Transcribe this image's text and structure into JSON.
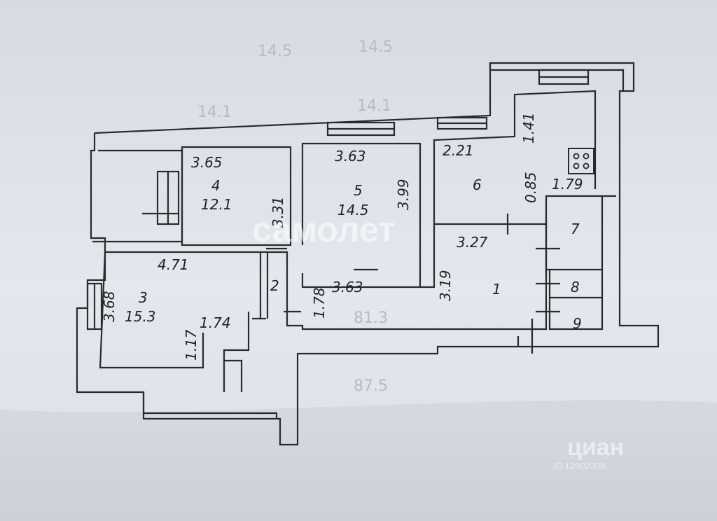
{
  "background_figures": [
    "14.5",
    "14.5",
    "14.1",
    "14.1",
    "81.3",
    "87.5"
  ],
  "rooms": [
    {
      "number": "4",
      "area": "12.1",
      "width": "3.65",
      "height": "3.31"
    },
    {
      "number": "5",
      "area": "14.5",
      "width": "3.63",
      "height": "3.99"
    },
    {
      "number": "3",
      "area": "15.3",
      "width": "4.71",
      "height": "3.68"
    },
    {
      "number": "6",
      "width": "2.21",
      "height": "1.41"
    },
    {
      "number": "1",
      "width": "3.27",
      "height": "3.19"
    },
    {
      "number": "2"
    },
    {
      "number": "7"
    },
    {
      "number": "8"
    },
    {
      "number": "9"
    }
  ],
  "dimensions": {
    "d_085": "0.85",
    "d_179": "1.79",
    "d_363_lower": "3.63",
    "d_178": "1.78",
    "d_117": "1.17",
    "d_174": "1.74"
  },
  "watermarks": {
    "center": "самолет",
    "brand": "циан",
    "listing_id": "ID 12902308"
  }
}
